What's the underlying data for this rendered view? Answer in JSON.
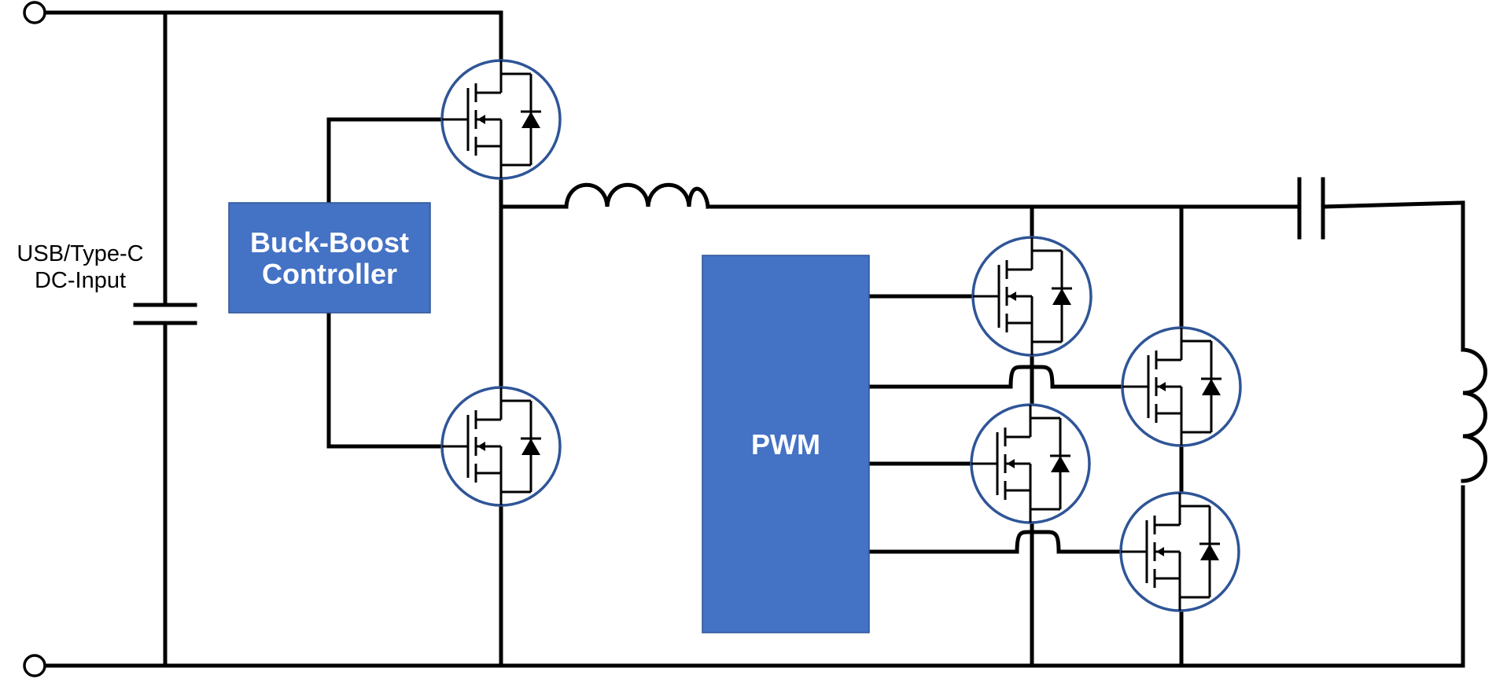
{
  "input": {
    "label_line1": "USB/Type-C",
    "label_line2": "DC-Input"
  },
  "controller": {
    "label_line1": "Buck-Boost",
    "label_line2": "Controller"
  },
  "pwm": {
    "label": "PWM"
  },
  "colors": {
    "block_fill": "#4472c4",
    "mosfet_ring": "#2f5597",
    "wire": "#000000"
  },
  "components": {
    "mosfets": 6,
    "inductors": 2,
    "capacitors": 2,
    "terminals": 2
  }
}
